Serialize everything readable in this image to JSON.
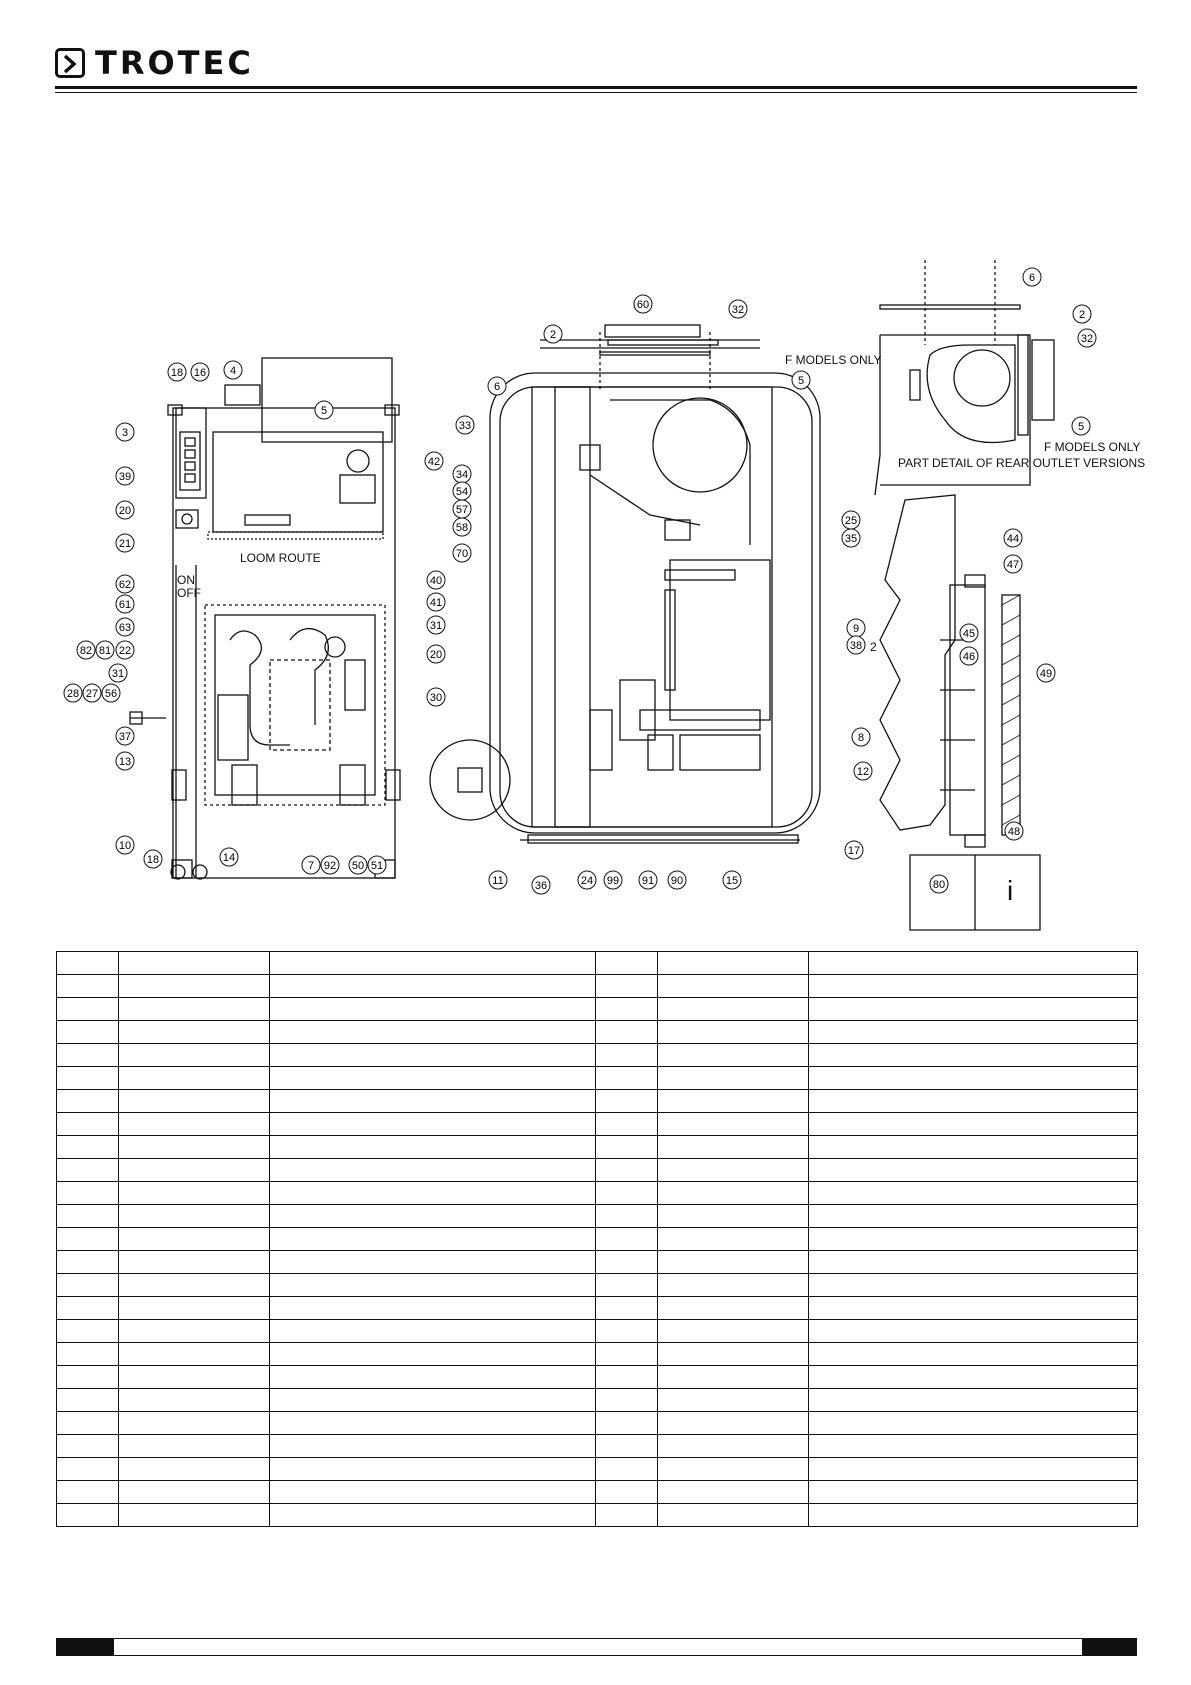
{
  "brand": {
    "name": "TROTEC"
  },
  "labels": {
    "loom_route": "LOOM ROUTE",
    "on": "ON",
    "off": "OFF",
    "f_models_only": "F MODELS ONLY",
    "part_detail": "PART DETAIL OF REAR OUTLET VERSIONS",
    "side_two": "2",
    "info_mark": "i"
  },
  "callouts": {
    "front": [
      "18",
      "16",
      "4",
      "5",
      "3",
      "39",
      "20",
      "21",
      "62",
      "61",
      "63",
      "82",
      "81",
      "22",
      "31",
      "28",
      "27",
      "56",
      "37",
      "13",
      "10",
      "18",
      "14",
      "7",
      "92",
      "50",
      "51",
      "30",
      "20",
      "31",
      "41",
      "40",
      "42"
    ],
    "side": [
      "60",
      "32",
      "2",
      "5",
      "6",
      "33",
      "34",
      "54",
      "57",
      "58",
      "70",
      "25",
      "35",
      "9",
      "38",
      "8",
      "12",
      "17",
      "15",
      "90",
      "91",
      "99",
      "24",
      "36",
      "11"
    ],
    "detail": [
      "6",
      "2",
      "32",
      "5",
      "44",
      "47",
      "45",
      "46",
      "49",
      "48",
      "80"
    ]
  },
  "table": {
    "rows": 25,
    "columns": 6
  }
}
